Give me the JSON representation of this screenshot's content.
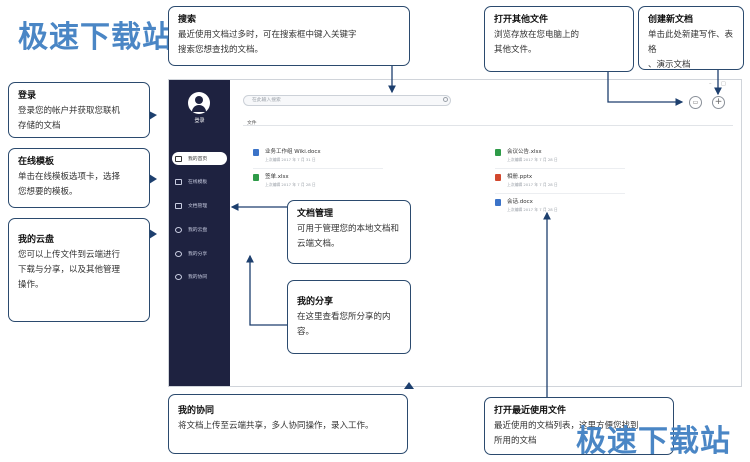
{
  "watermark": {
    "text": "极速下载站"
  },
  "app": {
    "sidebar": {
      "login_label": "登录",
      "items": [
        {
          "label": "我的首页"
        },
        {
          "label": "在线模板"
        },
        {
          "label": "文档管理"
        },
        {
          "label": "我的云盘"
        },
        {
          "label": "我的分享"
        },
        {
          "label": "我的协同"
        }
      ]
    },
    "search": {
      "placeholder": "在此输入搜索"
    },
    "window_controls": [
      "–",
      "□"
    ],
    "open_button_icon": "folder-icon",
    "new_button_symbol": "+",
    "section_label": "文件",
    "files": [
      {
        "name": "业务工作组 Wiki.docx",
        "meta": "上次编辑 2017 年 7 月 31 日",
        "type": "docx",
        "color": "#3b73c8"
      },
      {
        "name": "签单.xlsx",
        "meta": "上次编辑 2017 年 7 月 28 日",
        "type": "xlsx",
        "color": "#2e9b48"
      },
      {
        "name": "会议公告.xlsx",
        "meta": "上次编辑 2017 年 7 月 28 日",
        "type": "xlsx",
        "color": "#2e9b48"
      },
      {
        "name": "相册.pptx",
        "meta": "上次编辑 2017 年 7 月 28 日",
        "type": "pptx",
        "color": "#d2482e"
      },
      {
        "name": "会话.docx",
        "meta": "上次编辑 2017 年 7 月 28 日",
        "type": "docx",
        "color": "#3b73c8"
      }
    ]
  },
  "callouts": {
    "search": {
      "title": "搜索",
      "desc1": "最近使用文档过多时，可在搜索框中键入关键字",
      "desc2": "搜索您想查找的文档。"
    },
    "open_other": {
      "title": "打开其他文件",
      "desc1": "浏览存放在您电脑上的",
      "desc2": "其他文件。"
    },
    "create_new": {
      "title": "创建新文档",
      "desc1": "单击此处新建写作、表格",
      "desc2": "、演示文档"
    },
    "login": {
      "title": "登录",
      "desc1": "登录您的帐户并获取您联机",
      "desc2": "存储的文档"
    },
    "templates": {
      "title": "在线模板",
      "desc1": "单击在线模板选项卡，选择",
      "desc2": "您想要的模板。"
    },
    "cloud": {
      "title": "我的云盘",
      "desc1": "您可以上传文件到云端进行",
      "desc2": "下载与分享，以及其他管理",
      "desc3": "操作。"
    },
    "doc_manage": {
      "title": "文档管理",
      "desc1": "可用于管理您的本地文档和",
      "desc2": "云端文档。"
    },
    "my_share": {
      "title": "我的分享",
      "desc1": "在这里查看您所分享的内容。"
    },
    "collab": {
      "title": "我的协同",
      "desc1": "将文档上传至云端共享，多人协同操作，录入工作。"
    },
    "recent": {
      "title": "打开最近使用文件",
      "desc1": "最近使用的文档列表，这里方便您找到",
      "desc2": "所用的文档"
    }
  },
  "colors": {
    "sidebar": "#1e2240",
    "border": "#2b4a6e",
    "watermark": "#4a86c5"
  }
}
